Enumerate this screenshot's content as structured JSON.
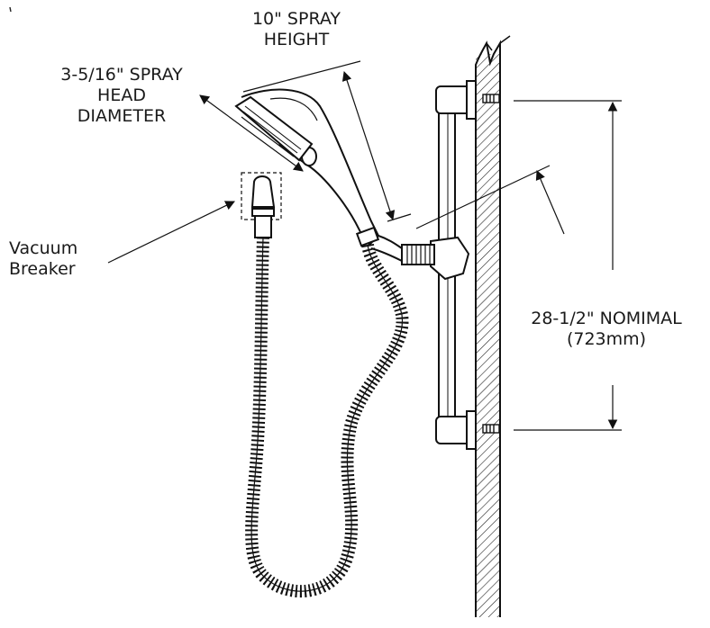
{
  "labels": {
    "spray_height": {
      "line1": "10\" SPRAY",
      "line2": "HEIGHT"
    },
    "spray_head_diameter": {
      "line1": "3-5/16\" SPRAY",
      "line2": "HEAD",
      "line3": "DIAMETER"
    },
    "vacuum_breaker": {
      "line1": "Vacuum",
      "line2": "Breaker"
    },
    "nominal_spacing": {
      "line1": "28-1/2\" NOMIMAL",
      "line2": "(723mm)"
    }
  }
}
